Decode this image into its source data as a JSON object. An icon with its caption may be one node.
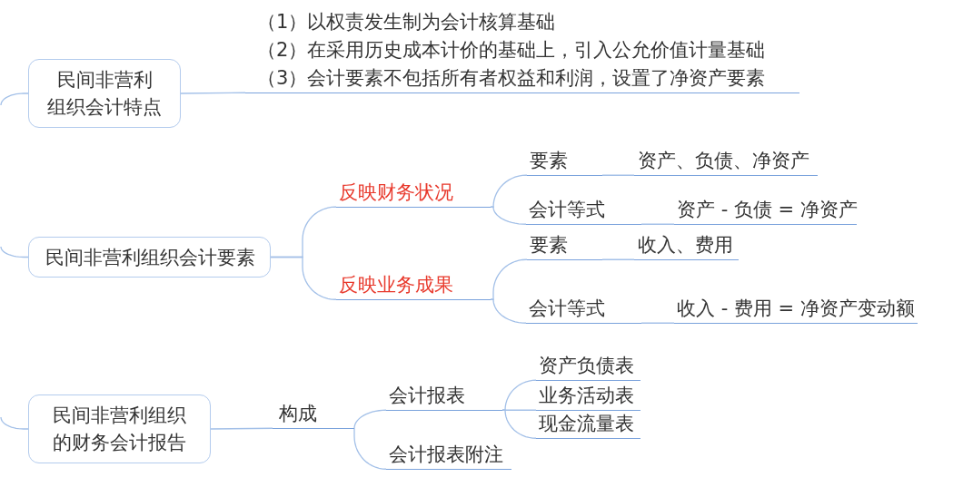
{
  "diagram": {
    "nodes": [
      {
        "text": [
          "民间非营利组织会计特点"
        ]
      },
      {
        "text": [
          "（1）以权责发生制为会计核算基础",
          "（2）在采用历史成本计价的基础上，引入公允价值计量基础",
          "（3）会计要素不包括所有者权益和利润，设置了净资产要素"
        ]
      },
      {
        "text": [
          "民间非营利组织会计要素"
        ]
      },
      {
        "text": [
          "反映财务状况"
        ]
      },
      {
        "text": [
          "要素"
        ]
      },
      {
        "text": [
          "资产、负债、净资产"
        ]
      },
      {
        "text": [
          "会计等式"
        ]
      },
      {
        "text": [
          "资产 - 负债 = 净资产"
        ]
      },
      {
        "text": [
          "反映业务成果"
        ]
      },
      {
        "text": [
          "要素"
        ]
      },
      {
        "text": [
          "收入、费用"
        ]
      },
      {
        "text": [
          "会计等式"
        ]
      },
      {
        "text": [
          "收入 - 费用 = 净资产变动额"
        ]
      },
      {
        "text": [
          "民间非营利组织的财务会计报告"
        ]
      },
      {
        "text": [
          "构成"
        ]
      },
      {
        "text": [
          "会计报表"
        ]
      },
      {
        "text": [
          "资产负债表"
        ]
      },
      {
        "text": [
          "业务活动表"
        ]
      },
      {
        "text": [
          "现金流量表"
        ]
      },
      {
        "text": [
          "会计报表附注"
        ]
      }
    ],
    "edges": [
      {
        "from": null,
        "to": 0,
        "arrow": "none"
      },
      {
        "from": null,
        "to": 2,
        "arrow": "none"
      },
      {
        "from": null,
        "to": 13,
        "arrow": "none"
      },
      {
        "from": 0,
        "to": 1,
        "arrow": "none"
      },
      {
        "from": 2,
        "to": 3,
        "arrow": "none"
      },
      {
        "from": 3,
        "to": 4,
        "arrow": "none"
      },
      {
        "from": 4,
        "to": 5,
        "arrow": "none"
      },
      {
        "from": 3,
        "to": 6,
        "arrow": "none"
      },
      {
        "from": 6,
        "to": 7,
        "arrow": "none"
      },
      {
        "from": 2,
        "to": 8,
        "arrow": "none"
      },
      {
        "from": 8,
        "to": 9,
        "arrow": "none"
      },
      {
        "from": 9,
        "to": 10,
        "arrow": "none"
      },
      {
        "from": 8,
        "to": 11,
        "arrow": "none"
      },
      {
        "from": 11,
        "to": 12,
        "arrow": "none"
      },
      {
        "from": 13,
        "to": 14,
        "arrow": "none"
      },
      {
        "from": 14,
        "to": 15,
        "arrow": "none"
      },
      {
        "from": 15,
        "to": 16,
        "arrow": "none"
      },
      {
        "from": 15,
        "to": 17,
        "arrow": "none"
      },
      {
        "from": 15,
        "to": 18,
        "arrow": "none"
      },
      {
        "from": 14,
        "to": 19,
        "arrow": "none"
      }
    ]
  }
}
